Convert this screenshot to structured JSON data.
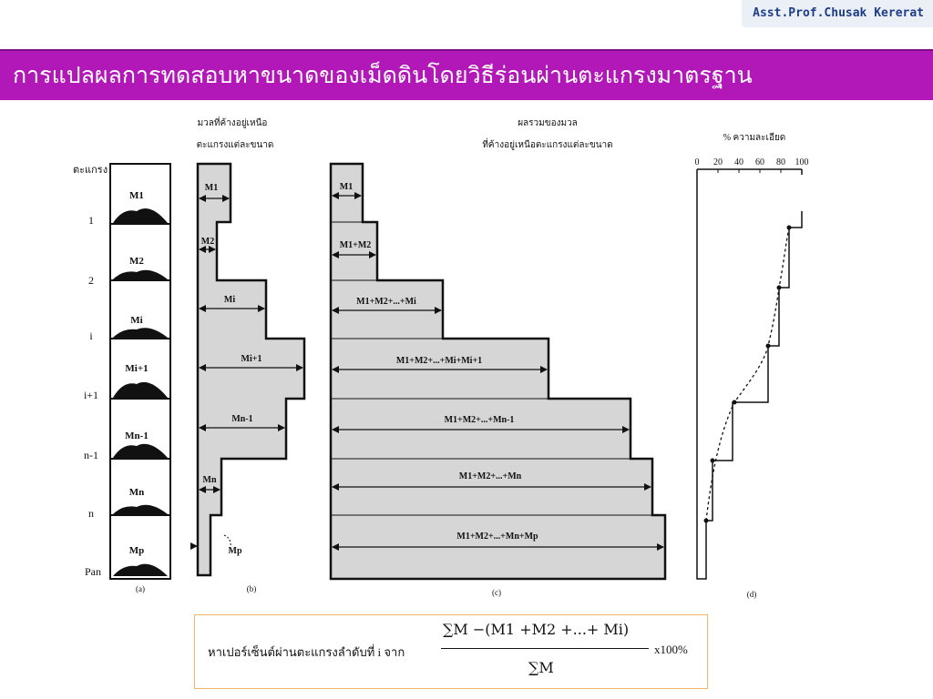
{
  "header": {
    "author": "Asst.Prof.Chusak Kererat",
    "title": "การแปลผลการทดสอบหาขนาดของเม็ดดินโดยวิธีร่อนผ่านตะแกรงมาตรฐาน"
  },
  "figure": {
    "panel_a": {
      "column_label": "ตะแกรง",
      "sieve_labels": [
        "1",
        "2",
        "i",
        "i+1",
        "n-1",
        "n",
        "Pan"
      ],
      "mass_labels": [
        "M1",
        "M2",
        "Mi",
        "Mi+1",
        "Mn-1",
        "Mn",
        "Mp"
      ],
      "caption": "(a)"
    },
    "panel_b": {
      "header_line1": "มวลที่ค้างอยู่เหนือ",
      "header_line2": "ตะแกรงแต่ละขนาด",
      "mass_labels": [
        "M1",
        "M2",
        "Mi",
        "Mi+1",
        "Mn-1",
        "Mn",
        "Mp"
      ],
      "caption": "(b)"
    },
    "panel_c": {
      "header_line1": "ผลรวมของมวล",
      "header_line2": "ที่ค้างอยู่เหนือตะแกรงแต่ละขนาด",
      "cumulative_labels": [
        "M1",
        "M1+M2",
        "M1+M2+...+Mi",
        "M1+M2+...+Mi+Mi+1",
        "M1+M2+...+Mn-1",
        "M1+M2+...+Mn",
        "M1+M2+...+Mn+Mp"
      ],
      "caption": "(c)"
    },
    "panel_d": {
      "header": "% ความละเอียด",
      "scale_ticks": [
        "0",
        "20",
        "40",
        "60",
        "80",
        "100"
      ],
      "caption": "(d)"
    }
  },
  "formula": {
    "label": "หาเปอร์เซ็นต์ผ่านตะแกรงลำดับที่ i จาก",
    "numerator": "∑M −(M1 +M2 +...+ Mi)",
    "denominator": "∑M",
    "multiplier": "x100%"
  }
}
